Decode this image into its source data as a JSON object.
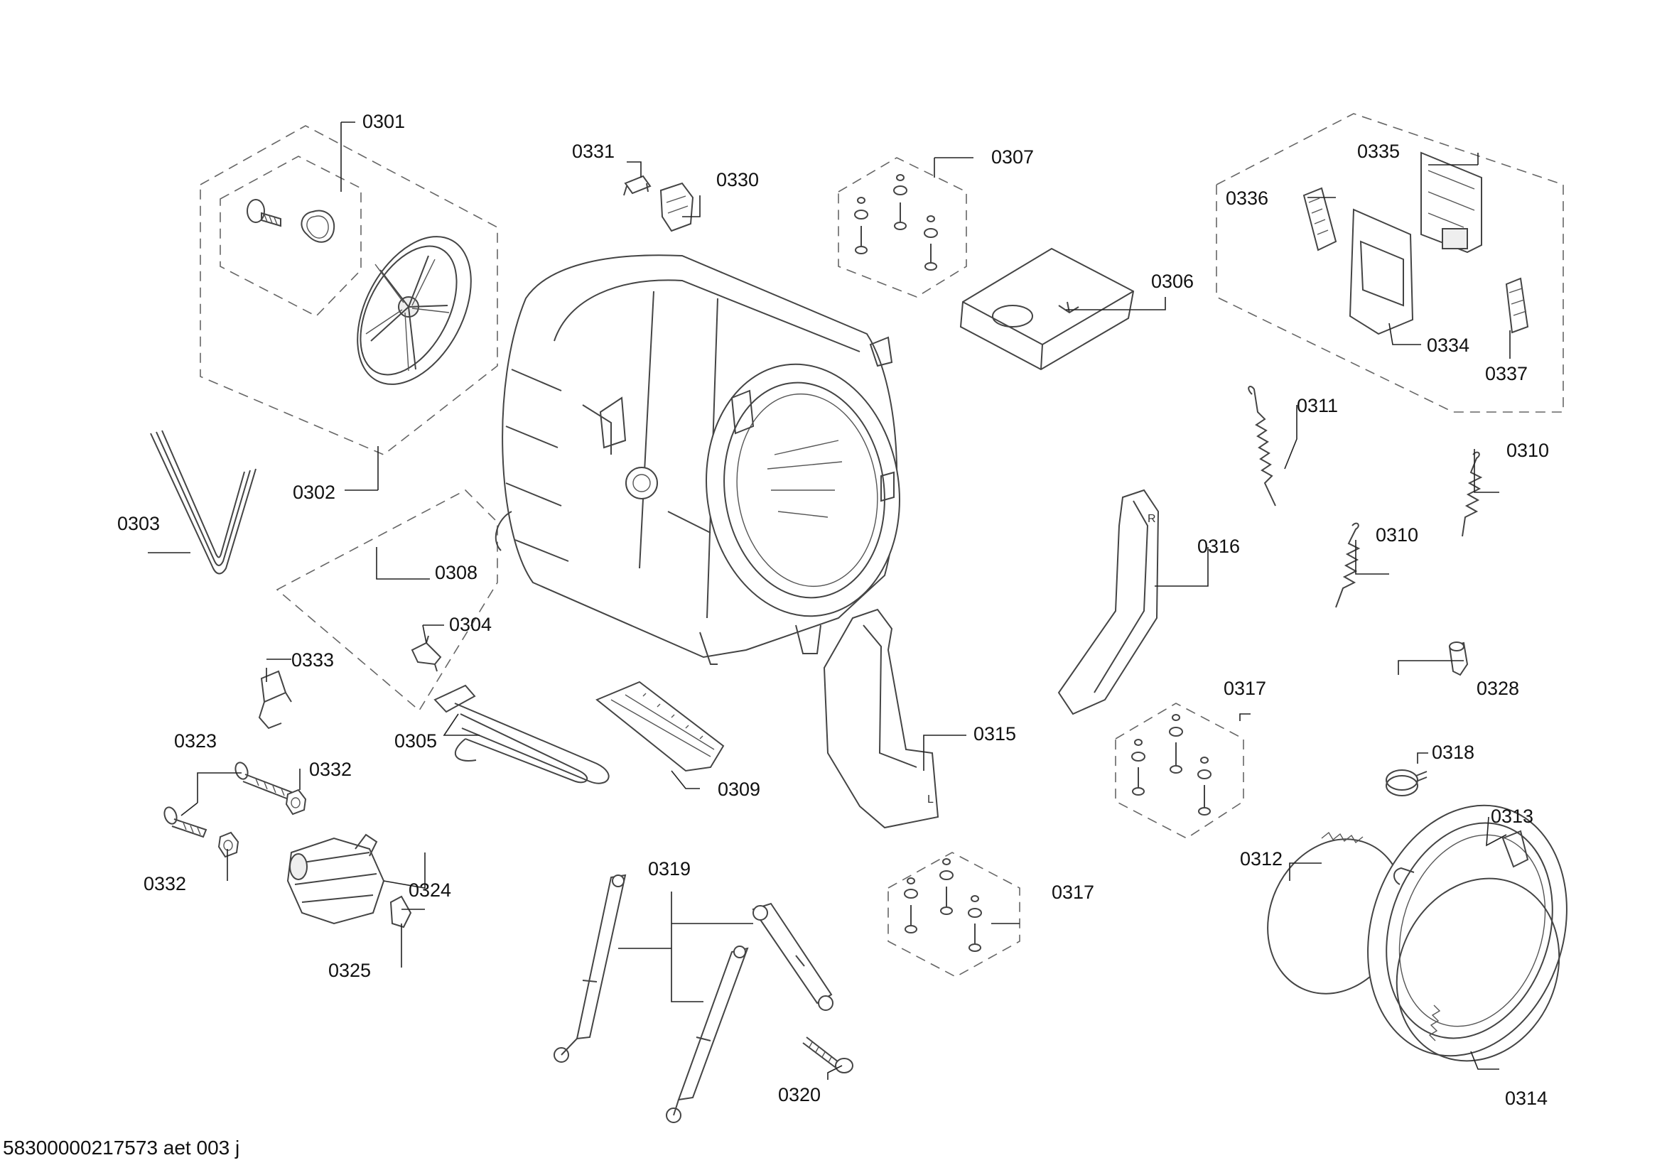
{
  "document_id": "58300000217573 aet 003 j",
  "parts": {
    "p0301": "0301",
    "p0302": "0302",
    "p0303": "0303",
    "p0304": "0304",
    "p0305": "0305",
    "p0306": "0306",
    "p0307": "0307",
    "p0308": "0308",
    "p0309": "0309",
    "p0310": "0310",
    "p0311": "0311",
    "p0312": "0312",
    "p0313": "0313",
    "p0314": "0314",
    "p0315": "0315",
    "p0316": "0316",
    "p0317": "0317",
    "p0318": "0318",
    "p0319": "0319",
    "p0320": "0320",
    "p0323": "0323",
    "p0324": "0324",
    "p0325": "0325",
    "p0328": "0328",
    "p0330": "0330",
    "p0331": "0331",
    "p0332": "0332",
    "p0333": "0333",
    "p0334": "0334",
    "p0335": "0335",
    "p0336": "0336",
    "p0337": "0337"
  },
  "bracket_marks": {
    "right": "R",
    "left": "L"
  },
  "colors": {
    "ink": "#444444",
    "label": "#111111",
    "background": "#ffffff"
  }
}
